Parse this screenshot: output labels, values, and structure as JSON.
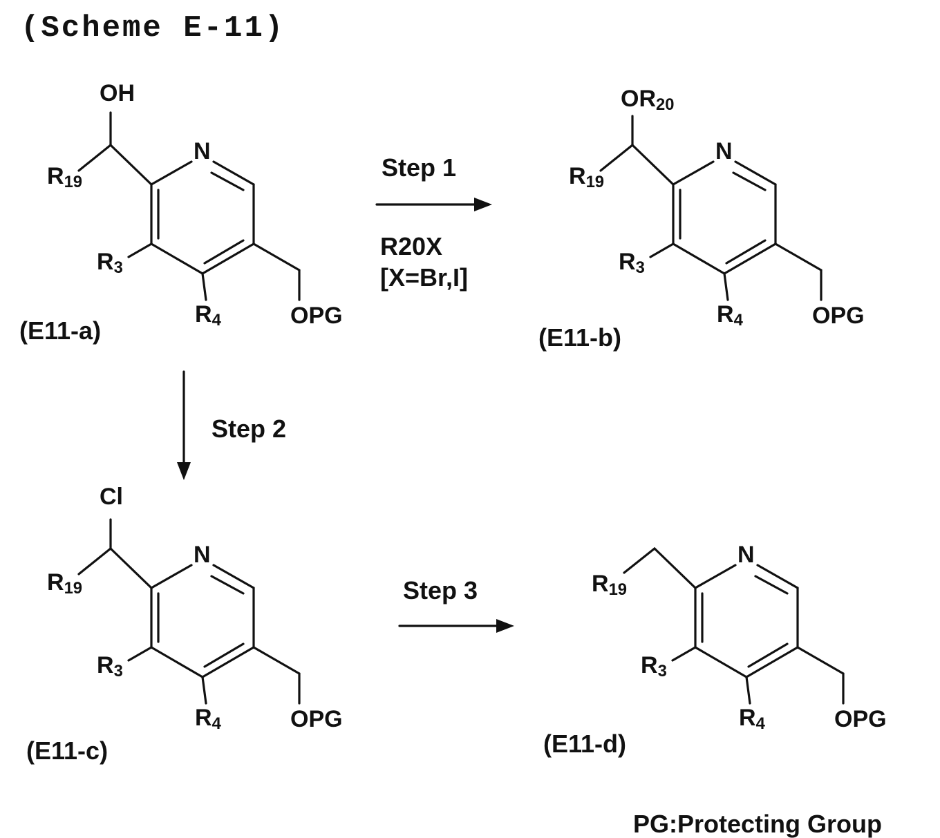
{
  "title": "(Scheme E-11)",
  "footnote": "PG:Protecting Group",
  "colors": {
    "ink": "#111111",
    "background": "#ffffff"
  },
  "steps": {
    "step1": {
      "label": "Step 1",
      "reagent": "R20X",
      "condition": "[X=Br,I]"
    },
    "step2": {
      "label": "Step 2"
    },
    "step3": {
      "label": "Step 3"
    }
  },
  "labels": {
    "nitrogen": "N",
    "oh": "OH",
    "cl": "Cl",
    "or20": {
      "base": "OR",
      "sub": "20"
    },
    "r19": {
      "base": "R",
      "sub": "19"
    },
    "r3": {
      "base": "R",
      "sub": "3"
    },
    "r4": {
      "base": "R",
      "sub": "4"
    },
    "opg": "OPG"
  },
  "structures": [
    {
      "caption": "(E11-a)"
    },
    {
      "caption": "(E11-b)"
    },
    {
      "caption": "(E11-c)"
    },
    {
      "caption": "(E11-d)"
    }
  ]
}
